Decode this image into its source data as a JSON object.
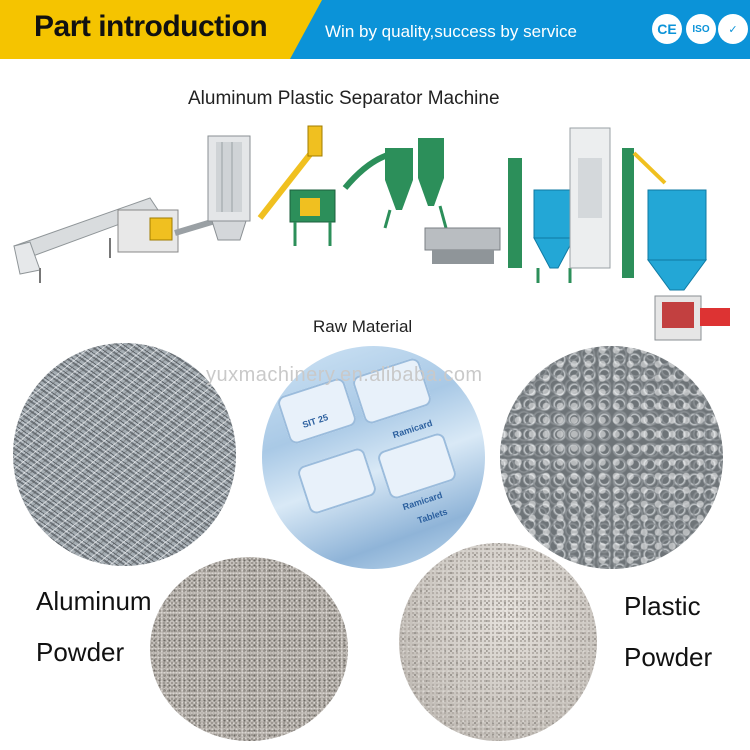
{
  "header": {
    "title": "Part introduction",
    "slogan": "Win by quality,success by service",
    "badges": [
      "CE",
      "ISO",
      "cert"
    ],
    "colors": {
      "yellow": "#f5c400",
      "blue": "#0b93d8"
    }
  },
  "machine": {
    "caption": "Aluminum Plastic Separator Machine"
  },
  "raw_material": {
    "caption": "Raw Material"
  },
  "watermark": "yuxmachinery.en.alibaba.com",
  "blister_text": [
    "Ramicard",
    "Tablets",
    "SIT 25"
  ],
  "products": {
    "aluminum": {
      "line1": "Aluminum",
      "line2": "Powder"
    },
    "plastic": {
      "line1": "Plastic",
      "line2": "Powder"
    }
  }
}
